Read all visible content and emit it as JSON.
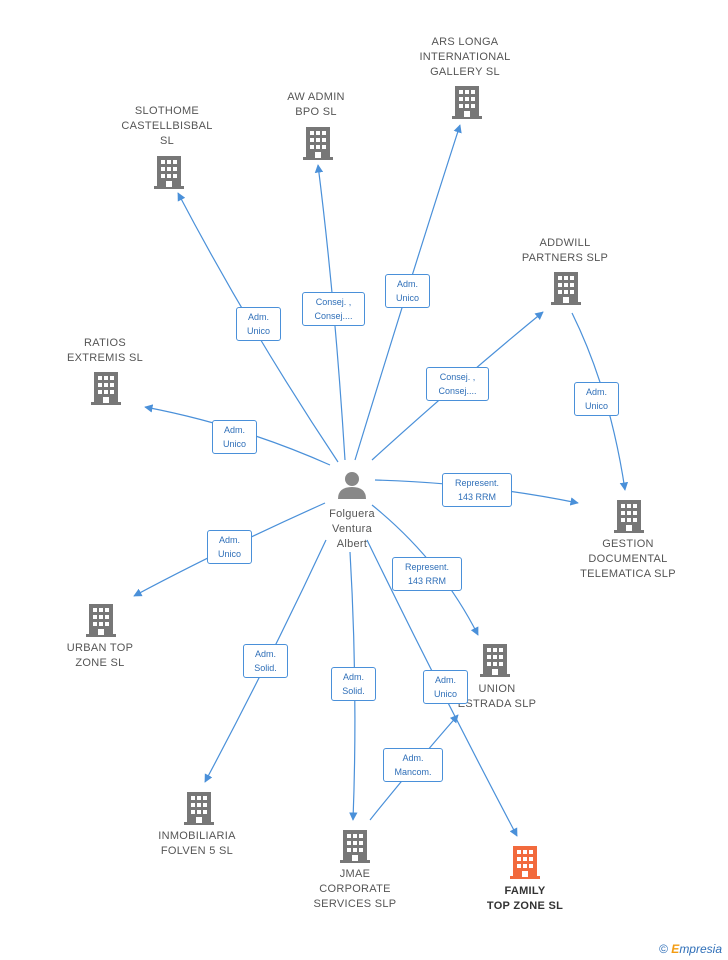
{
  "colors": {
    "edge": "#4a90d9",
    "building": "#777777",
    "building_highlight": "#f26a3d",
    "person": "#888888"
  },
  "center": {
    "name": "Folguera\nVentura\nAlbert",
    "icon": "person-icon"
  },
  "nodes": [
    {
      "id": "slothome",
      "label": "SLOTHOME\nCASTELLBISBAL\nSL",
      "icon": "building-icon"
    },
    {
      "id": "awadmin",
      "label": "AW ADMIN\nBPO  SL",
      "icon": "building-icon"
    },
    {
      "id": "arslonga",
      "label": "ARS LONGA\nINTERNATIONAL\nGALLERY  SL",
      "icon": "building-icon"
    },
    {
      "id": "addwill",
      "label": "ADDWILL\nPARTNERS  SLP",
      "icon": "building-icon"
    },
    {
      "id": "ratios",
      "label": "RATIOS\nEXTREMIS  SL",
      "icon": "building-icon"
    },
    {
      "id": "gestion",
      "label": "GESTION\nDOCUMENTAL\nTELEMATICA SLP",
      "icon": "building-icon"
    },
    {
      "id": "urbantop",
      "label": "URBAN TOP\nZONE  SL",
      "icon": "building-icon"
    },
    {
      "id": "union",
      "label": "UNION\nESTRADA SLP",
      "icon": "building-icon"
    },
    {
      "id": "inmobiliaria",
      "label": "INMOBILIARIA\nFOLVEN 5  SL",
      "icon": "building-icon"
    },
    {
      "id": "jmae",
      "label": "JMAE\nCORPORATE\nSERVICES  SLP",
      "icon": "building-icon"
    },
    {
      "id": "family",
      "label": "FAMILY\nTOP ZONE  SL",
      "icon": "building-icon",
      "highlight": true
    }
  ],
  "edges": [
    {
      "id": "e-slothome",
      "label": "Adm.\nUnico"
    },
    {
      "id": "e-awadmin",
      "label": "Consej. ,\nConsej...."
    },
    {
      "id": "e-arslonga",
      "label": "Adm.\nUnico"
    },
    {
      "id": "e-addwill",
      "label": "Consej. ,\nConsej...."
    },
    {
      "id": "e-addwill-gestion",
      "label": "Adm.\nUnico"
    },
    {
      "id": "e-ratios",
      "label": "Adm.\nUnico"
    },
    {
      "id": "e-gestion",
      "label": "Represent.\n143 RRM"
    },
    {
      "id": "e-urbantop",
      "label": "Adm.\nUnico"
    },
    {
      "id": "e-union",
      "label": "Represent.\n143 RRM"
    },
    {
      "id": "e-family",
      "label": "Adm.\nUnico"
    },
    {
      "id": "e-inmobiliaria",
      "label": "Adm.\nSolid."
    },
    {
      "id": "e-jmae",
      "label": "Adm.\nSolid."
    },
    {
      "id": "e-jmae-union",
      "label": "Adm.\nMancom."
    }
  ],
  "watermark": {
    "copyright": "©",
    "brand_first": "E",
    "brand_rest": "mpresia"
  }
}
